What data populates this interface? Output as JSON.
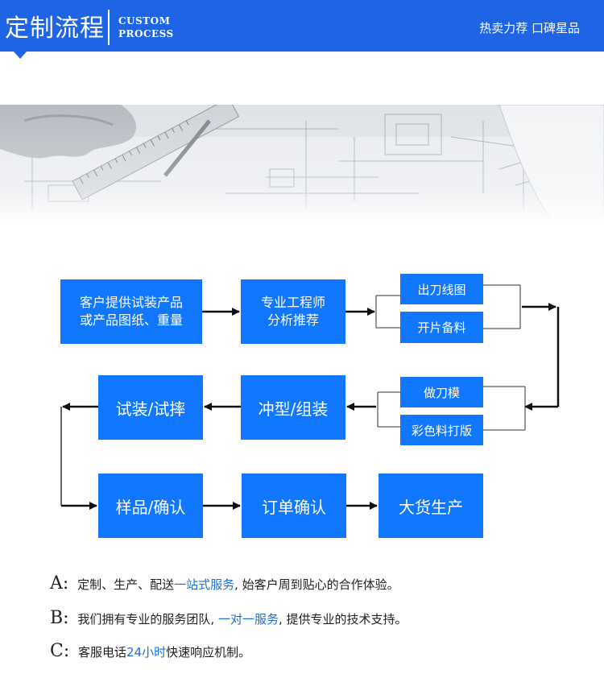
{
  "header": {
    "title_cn": "定制流程",
    "title_en_1": "CUSTOM",
    "title_en_2": "PROCESS",
    "tagline": "热卖力荐  口碑星品",
    "brand_color": "#1e64e4"
  },
  "flow": {
    "customer_line1": "客户提供试装产品",
    "customer_line2": "或产品图纸、重量",
    "engineer_line1": "专业工程师",
    "engineer_line2": "分析推荐",
    "step_knife_drawing": "出刀线图",
    "step_cutting": "开片备料",
    "step_die": "做刀模",
    "step_print": "彩色料打版",
    "step_punch": "冲型/组装",
    "step_trial": "试装/试摔",
    "step_sample": "样品/确认",
    "step_order": "订单确认",
    "step_mass": "大货生产",
    "box_color": "#1177ff"
  },
  "notes": {
    "a_letter": "A:",
    "a_pre": "定制、生产、配送",
    "a_hl": "一站式服务",
    "a_post": ", 始客户周到贴心的合作体验。",
    "b_letter": "B:",
    "b_pre": "我们拥有专业的服务团队,",
    "b_hl": "一对一服务",
    "b_post": ", 提供专业的技术支持。",
    "c_letter": "C:",
    "c_pre": "客服电话",
    "c_hl": "24小时",
    "c_post": "快速响应机制。",
    "highlight_color": "#1a6fdc"
  }
}
